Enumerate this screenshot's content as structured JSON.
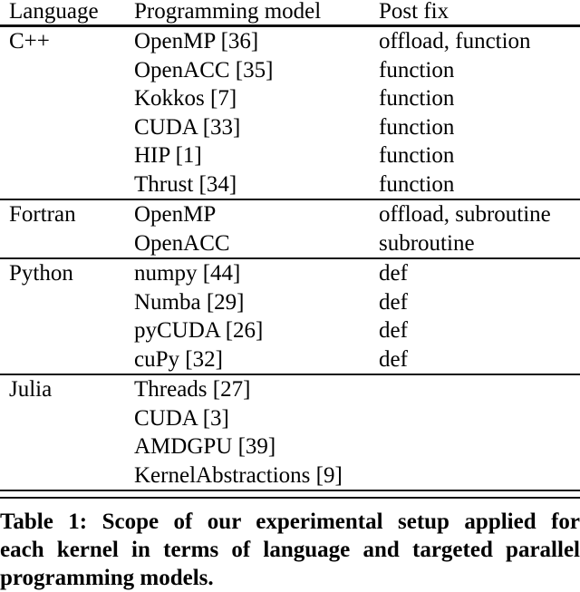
{
  "table": {
    "headers": [
      "Language",
      "Programming model",
      "Post fix"
    ],
    "groups": [
      {
        "language": "C++",
        "rows": [
          {
            "model": "OpenMP [36]",
            "postfix": "offload, function"
          },
          {
            "model": "OpenACC [35]",
            "postfix": "function"
          },
          {
            "model": "Kokkos [7]",
            "postfix": "function"
          },
          {
            "model": "CUDA [33]",
            "postfix": "function"
          },
          {
            "model": "HIP [1]",
            "postfix": "function"
          },
          {
            "model": "Thrust [34]",
            "postfix": "function"
          }
        ]
      },
      {
        "language": "Fortran",
        "rows": [
          {
            "model": "OpenMP",
            "postfix": "offload, subroutine"
          },
          {
            "model": "OpenACC",
            "postfix": "subroutine"
          }
        ]
      },
      {
        "language": "Python",
        "rows": [
          {
            "model": "numpy [44]",
            "postfix": "def"
          },
          {
            "model": "Numba [29]",
            "postfix": "def"
          },
          {
            "model": "pyCUDA [26]",
            "postfix": "def"
          },
          {
            "model": "cuPy [32]",
            "postfix": "def"
          }
        ]
      },
      {
        "language": "Julia",
        "rows": [
          {
            "model": "Threads [27]",
            "postfix": ""
          },
          {
            "model": "CUDA [3]",
            "postfix": ""
          },
          {
            "model": "AMDGPU [39]",
            "postfix": ""
          },
          {
            "model": "KernelAbstractions [9]",
            "postfix": ""
          }
        ]
      }
    ]
  },
  "caption": {
    "label": "Table 1:",
    "lines": [
      "Table 1: Scope of our experimental setup applied for",
      "each kernel in terms of language and targeted parallel",
      "programming models."
    ]
  },
  "colors": {
    "text": "#000000",
    "rule": "#111111",
    "background": "#ffffff"
  }
}
